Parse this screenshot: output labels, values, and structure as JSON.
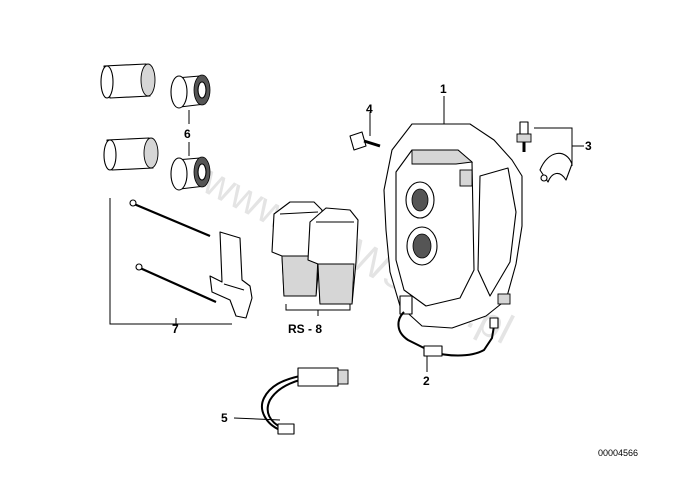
{
  "watermark": "www.BMWstore.pl",
  "document_number": "00004566",
  "labels": {
    "l1": "1",
    "l2": "2",
    "l3": "3",
    "l4": "4",
    "l5": "5",
    "l6": "6",
    "l7": "7",
    "l8": "RS - 8"
  }
}
